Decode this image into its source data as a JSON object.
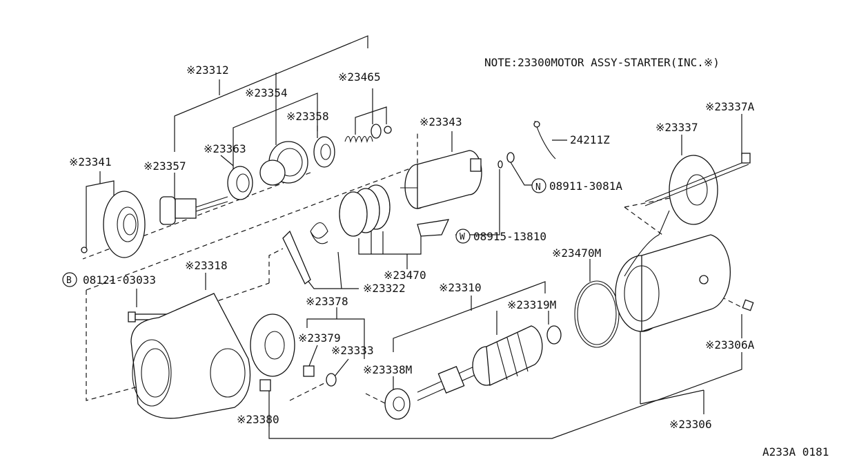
{
  "note": "NOTE:23300MOTOR ASSY-STARTER(INC.※)",
  "figure_code": "A233A 0181",
  "callouts": {
    "p23312": "※23312",
    "p23354": "※23354",
    "p23465": "※23465",
    "p23358": "※23358",
    "p23343": "※23343",
    "p23363": "※23363",
    "p23341": "※23341",
    "p23357": "※23357",
    "p24211z": "24211Z",
    "p23337a": "※23337A",
    "p23337": "※23337",
    "p08911_sym": "N",
    "p08911": "08911-3081A",
    "p08915_sym": "W",
    "p08915": "08915-13810",
    "p23470": "※23470",
    "p23470m": "※23470M",
    "p23318": "※23318",
    "p08121_sym": "B",
    "p08121": "08121-03033",
    "p23322": "※23322",
    "p23378": "※23378",
    "p23310": "※23310",
    "p23319m": "※23319M",
    "p23379": "※23379",
    "p23333": "※23333",
    "p23338m": "※23338M",
    "p23306a": "※23306A",
    "p23380": "※23380",
    "p23306": "※23306"
  }
}
